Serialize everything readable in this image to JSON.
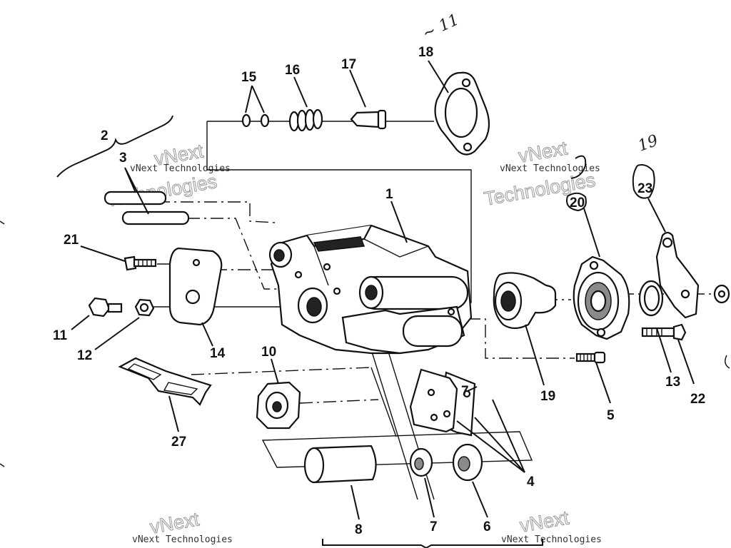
{
  "callouts": {
    "c1": "1",
    "c2": "2",
    "c3": "3",
    "c4": "4",
    "c5": "5",
    "c6": "6",
    "c7a": "7",
    "c7b": "7",
    "c8": "8",
    "c10": "10",
    "c11": "11",
    "c12": "12",
    "c13": "13",
    "c14": "14",
    "c15": "15",
    "c16": "16",
    "c17": "17",
    "c18": "18",
    "c19": "19",
    "c20": "20",
    "c21": "21",
    "c22": "22",
    "c23": "23",
    "c27": "27"
  },
  "watermark": {
    "small": "vNext Technologies",
    "big_top": "vNext",
    "big_bottom": "Technologies"
  },
  "handwriting": {
    "near_18": "~ 11",
    "near_20": "~",
    "near_23": "19"
  }
}
